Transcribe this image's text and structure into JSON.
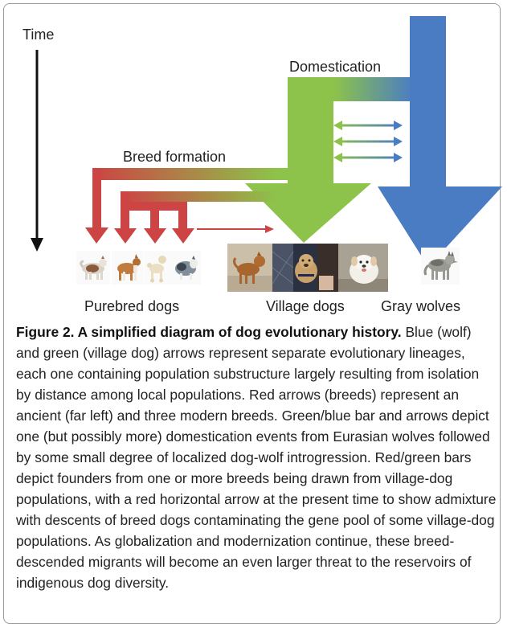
{
  "diagram": {
    "time_label": "Time",
    "domestication_label": "Domestication",
    "breed_formation_label": "Breed formation",
    "group_labels": {
      "purebred": "Purebred dogs",
      "village": "Village dogs",
      "wolves": "Gray wolves"
    },
    "colors": {
      "wolf_blue": "#4a7cc4",
      "village_green": "#8dc34a",
      "breed_red": "#cc4444"
    },
    "images": {
      "purebred_dogs": [
        "akita-dog-photo",
        "boxer-dog-photo",
        "poodle-dog-photo",
        "sheltie-dog-photo"
      ],
      "village_dogs": [
        "village-dog-photo-1",
        "village-dog-photo-2",
        "village-dog-photo-3"
      ],
      "gray_wolf": "gray-wolf-photo"
    }
  },
  "caption": {
    "title": "Figure 2. A simplified diagram of dog evolutionary history.",
    "body": "Blue (wolf) and green (village dog) arrows represent separate evolutionary lineages, each one containing population substructure largely resulting from isolation by distance among local populations. Red arrows (breeds) represent an ancient (far left) and three modern breeds. Green/blue bar and arrows depict one (but possibly more) domestication events from Eurasian wolves followed by some small degree of localized dog-wolf introgression. Red/green bars depict founders from one or more breeds being drawn from village-dog populations, with a red horizontal arrow at the present time to show admixture with descents of breed dogs contaminating the gene pool of some village-dog populations. As globalization and modernization continue, these breed-descended migrants will become an even larger threat to the reservoirs of indigenous dog diversity."
  }
}
